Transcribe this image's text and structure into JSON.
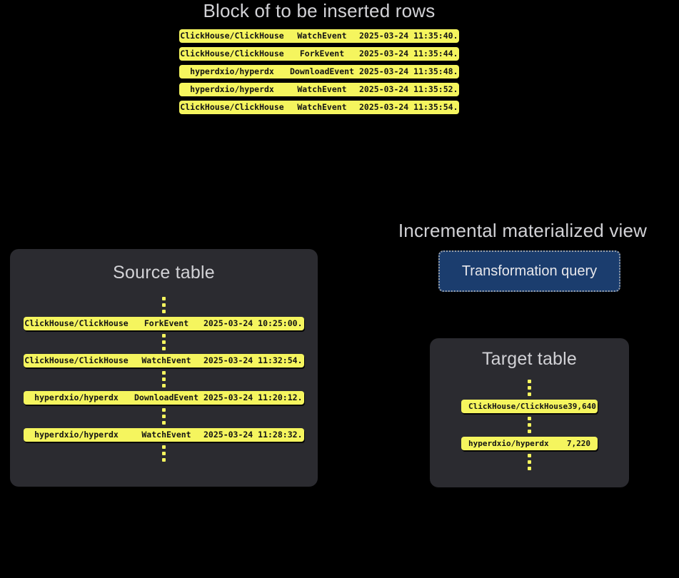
{
  "top_block": {
    "title": "Block of to be inserted rows",
    "rows": [
      {
        "repo": "ClickHouse/ClickHouse",
        "event": "WatchEvent",
        "time": "2025-03-24 11:35:40",
        "more": "..."
      },
      {
        "repo": "ClickHouse/ClickHouse",
        "event": "ForkEvent",
        "time": "2025-03-24 11:35:44",
        "more": "..."
      },
      {
        "repo": "hyperdxio/hyperdx",
        "event": "DownloadEvent",
        "time": "2025-03-24 11:35:48",
        "more": "..."
      },
      {
        "repo": "hyperdxio/hyperdx",
        "event": "WatchEvent",
        "time": "2025-03-24 11:35:52",
        "more": "..."
      },
      {
        "repo": "ClickHouse/ClickHouse",
        "event": "WatchEvent",
        "time": "2025-03-24 11:35:54",
        "more": "..."
      }
    ]
  },
  "source_table": {
    "title": "Source table",
    "rows": [
      {
        "repo": "ClickHouse/ClickHouse",
        "event": "ForkEvent",
        "time": "2025-03-24 10:25:00",
        "more": "..."
      },
      {
        "repo": "ClickHouse/ClickHouse",
        "event": "WatchEvent",
        "time": "2025-03-24 11:32:54",
        "more": "..."
      },
      {
        "repo": "hyperdxio/hyperdx",
        "event": "DownloadEvent",
        "time": "2025-03-24 11:20:12",
        "more": "..."
      },
      {
        "repo": "hyperdxio/hyperdx",
        "event": "WatchEvent",
        "time": "2025-03-24 11:28:32",
        "more": "..."
      }
    ]
  },
  "target_table": {
    "title": "Target table",
    "rows": [
      {
        "repo": "ClickHouse/ClickHouse",
        "count": "39,640"
      },
      {
        "repo": "hyperdxio/hyperdx",
        "count": "7,220"
      }
    ]
  },
  "materialized_view": {
    "title": "Incremental materialized view",
    "query_label": "Transformation query"
  },
  "colors": {
    "background": "#000000",
    "panel": "#2b2b30",
    "row_yellow": "#f5f55e",
    "row_text": "#141414",
    "heading_text": "#d2d2d6",
    "query_box": "#1b3d6e",
    "query_border": "#9aa0a8"
  }
}
